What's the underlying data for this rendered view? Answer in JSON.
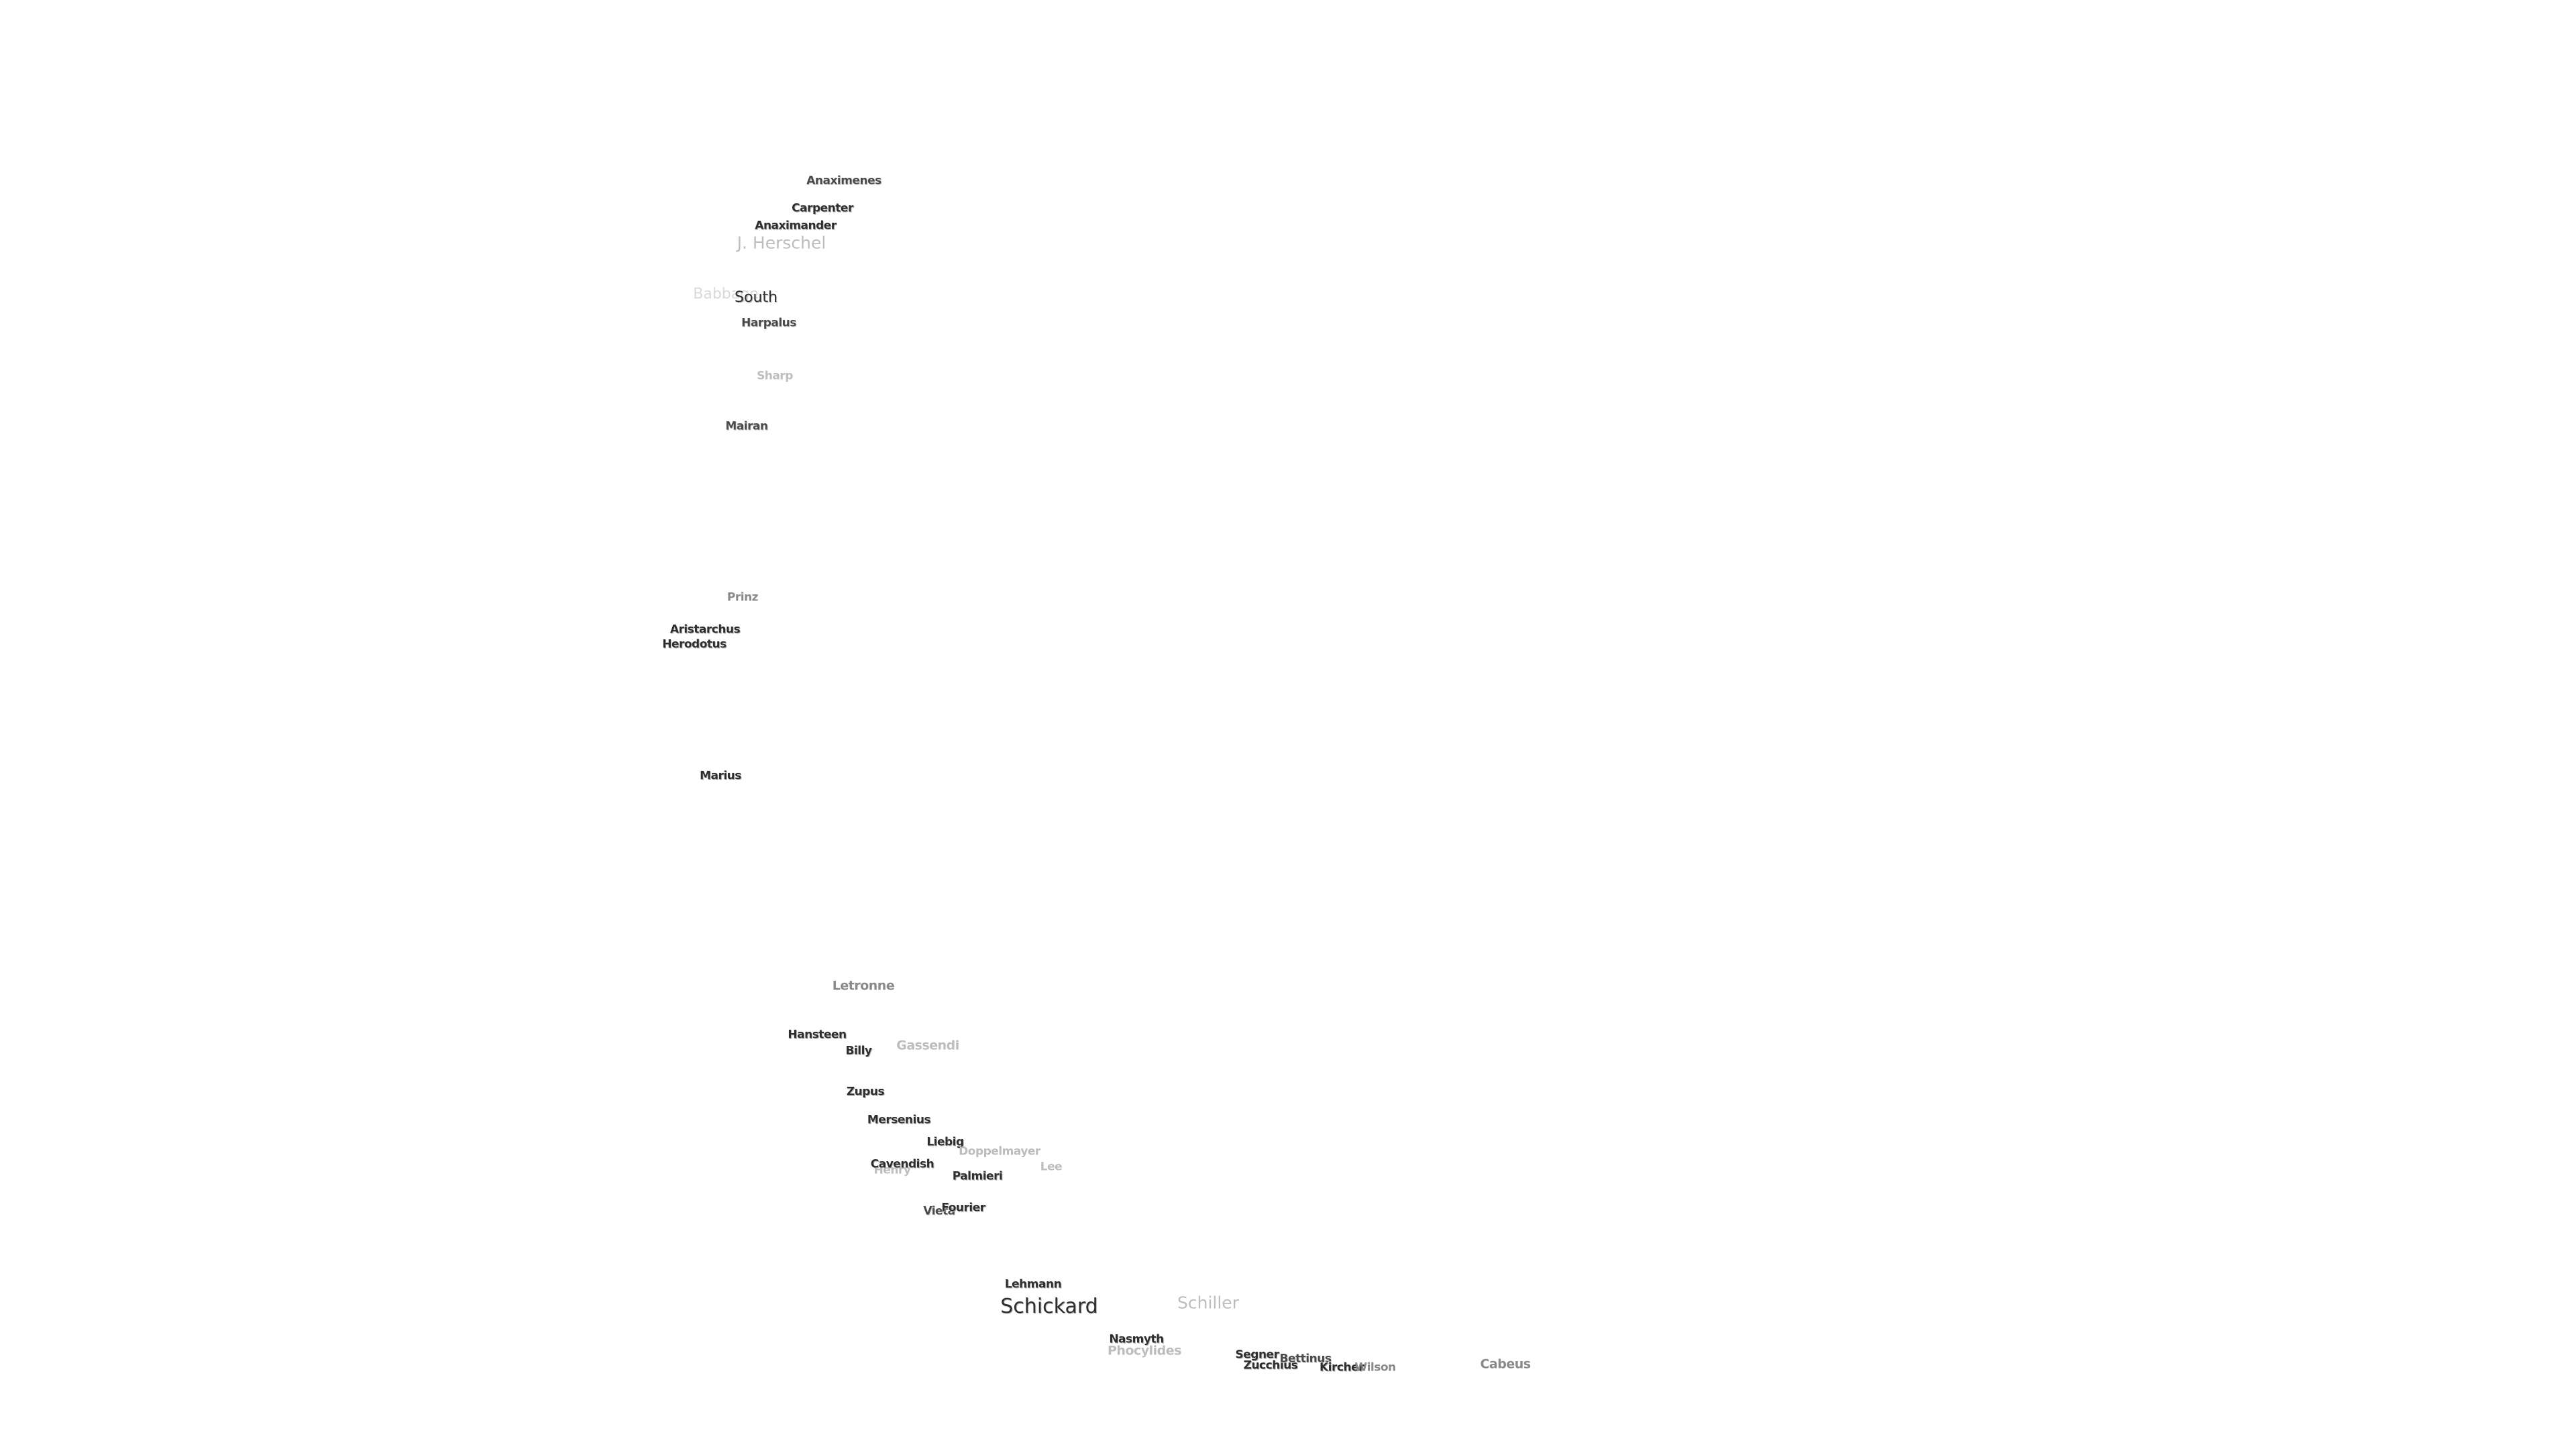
{
  "labels": {
    "anaximenes": "Anaximenes",
    "carpenter": "Carpenter",
    "anaximander": "Anaximander",
    "j_herschel": "J. Herschel",
    "babbage": "Babbage",
    "south": "South",
    "harpalus": "Harpalus",
    "sharp": "Sharp",
    "mairan": "Mairan",
    "prinz": "Prinz",
    "aristarchus": "Aristarchus",
    "herodotus": "Herodotus",
    "marius": "Marius",
    "letronne": "Letronne",
    "hansteen": "Hansteen",
    "billy": "Billy",
    "gassendi": "Gassendi",
    "zupus": "Zupus",
    "mersenius": "Mersenius",
    "liebig": "Liebig",
    "doppelmayer": "Doppelmayer",
    "lee": "Lee",
    "cavendish": "Cavendish",
    "henry": "Henry",
    "palmieri": "Palmieri",
    "vieta": "Vieta",
    "fourier": "Fourier",
    "lehmann": "Lehmann",
    "schickard": "Schickard",
    "schiller": "Schiller",
    "nasmyth": "Nasmyth",
    "phocylides": "Phocylides",
    "segner": "Segner",
    "zucchius": "Zucchius",
    "bettinus": "Bettinus",
    "kircher": "Kircher",
    "wilson": "Wilson",
    "cabeus": "Cabeus"
  }
}
